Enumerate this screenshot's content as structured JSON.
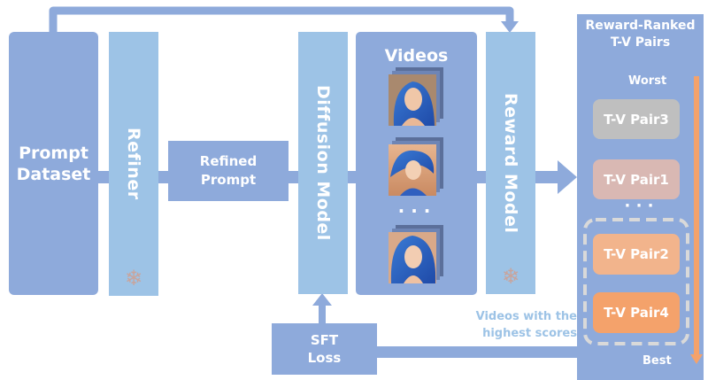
{
  "prompt_dataset": {
    "line1": "Prompt",
    "line2": "Dataset"
  },
  "refiner": {
    "label": "Refiner"
  },
  "refined_prompt": {
    "line1": "Refined",
    "line2": "Prompt"
  },
  "diffusion_model": {
    "label": "Diffusion Model"
  },
  "videos": {
    "title": "Videos",
    "ellipsis": "· · ·"
  },
  "reward_model": {
    "label": "Reward Model"
  },
  "ranked": {
    "title_line1": "Reward-Ranked",
    "title_line2": "T-V Pairs",
    "worst": "Worst",
    "best": "Best",
    "ellipsis": "· · ·",
    "pairs": [
      "T-V Pair3",
      "T-V Pair1",
      "T-V Pair2",
      "T-V Pair4"
    ]
  },
  "sft_loss": {
    "line1": "SFT",
    "line2": "Loss"
  },
  "highest_note": {
    "line1": "Videos with the",
    "line2": "highest scores"
  },
  "icons": {
    "frozen": "snowflake-icon",
    "video_thumb": "video-thumbnail-icon"
  },
  "colors": {
    "dark_block": "#8eaadb",
    "light_block": "#9dc3e6",
    "arrow": "#8eaadb",
    "pair3": "#bfbfbf",
    "pair1": "#d9b8b3",
    "pair2": "#f2b48c",
    "pair4": "#f4a26b",
    "rank_arrow": "#f4a26b",
    "note_text": "#9dc3e6"
  }
}
